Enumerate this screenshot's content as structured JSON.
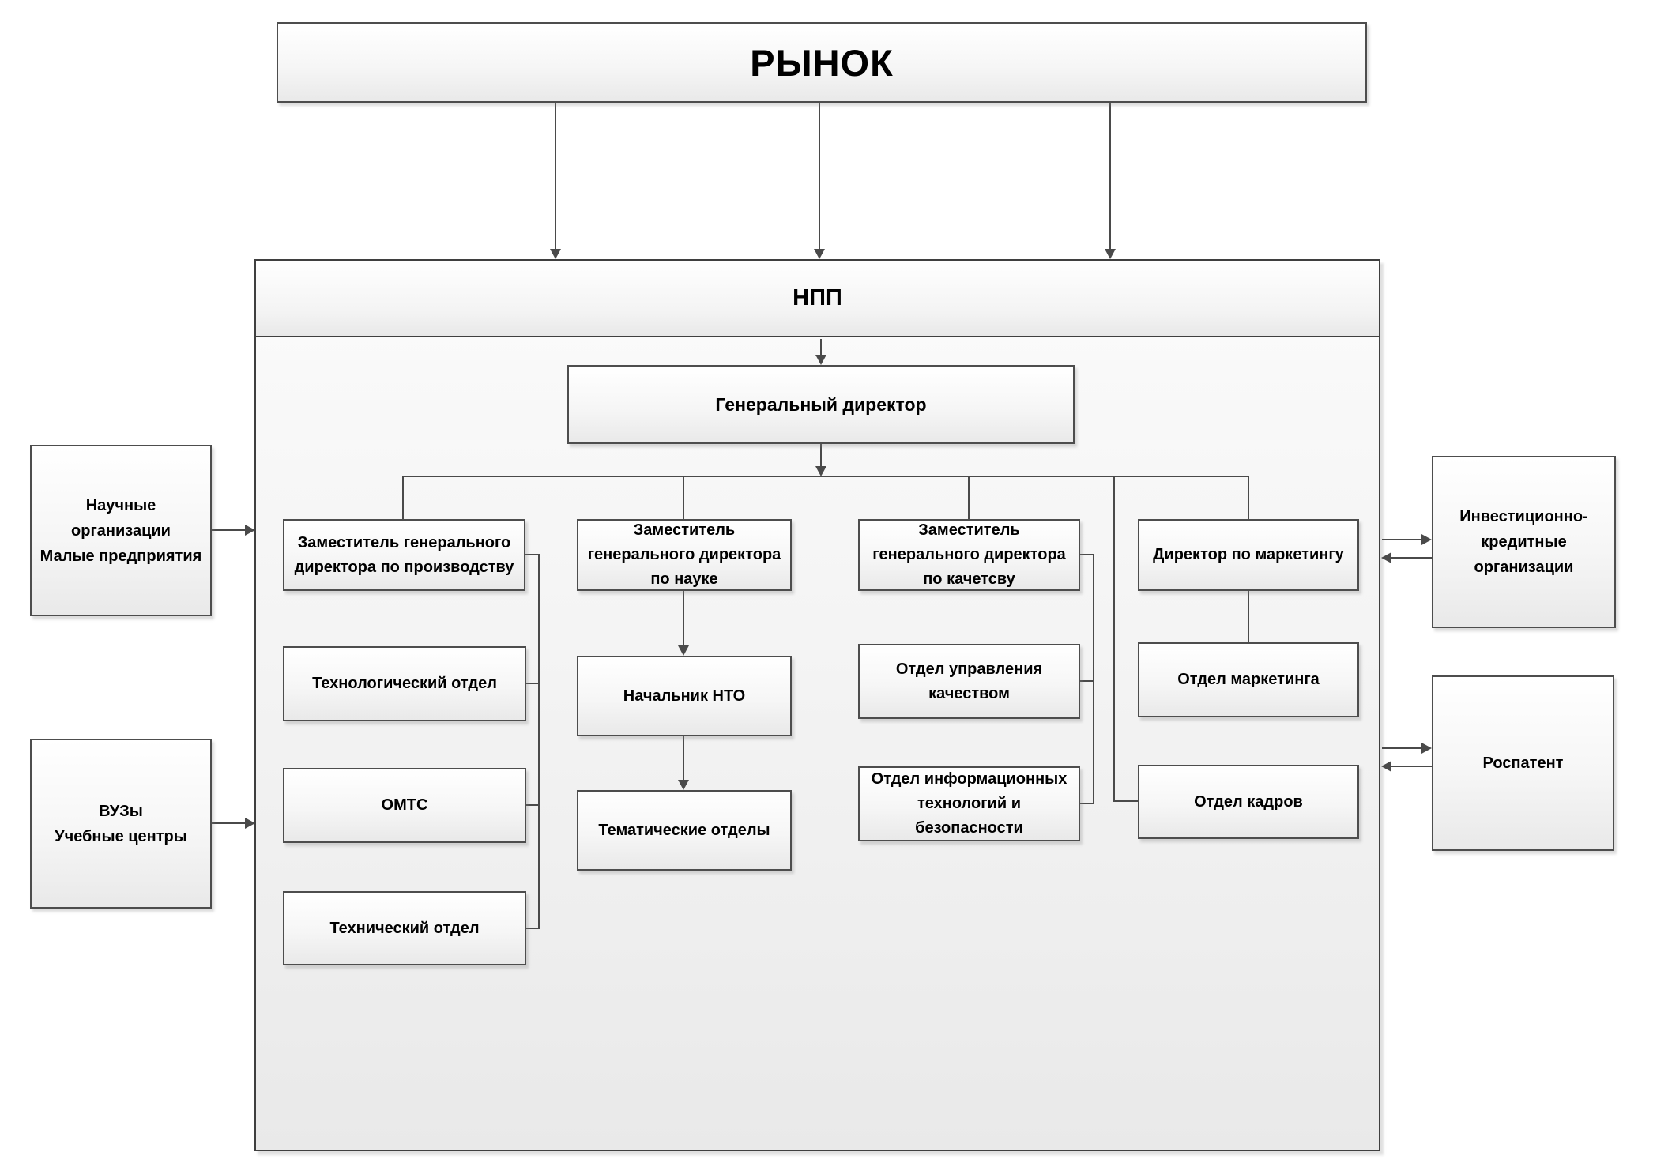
{
  "nodes": {
    "market": "РЫНОК",
    "npp": "НПП",
    "general_director": "Генеральный директор",
    "deputy_production": "Заместитель генерального директора по производству",
    "deputy_science": "Заместитель генерального директора по науке",
    "deputy_quality": "Заместитель генерального директора по качетсву",
    "marketing_director": "Директор по маркетингу",
    "technology_dept": "Технологический отдел",
    "omts": "ОМТС",
    "technical_dept": "Технический отдел",
    "nto_chief": "Начальник НТО",
    "thematic_depts": "Тематические отделы",
    "quality_mgmt_dept": "Отдел управления качеством",
    "it_security_dept": "Отдел информационных технологий и безопасности",
    "marketing_dept": "Отдел маркетинга",
    "hr_dept": "Отдел кадров"
  },
  "external": {
    "science_orgs": {
      "line1": "Научные организации",
      "line2": "Малые предприятия"
    },
    "universities": {
      "line1": "ВУЗы",
      "line2": "Учебные центры"
    },
    "investment": {
      "line1": "Инвестиционно-",
      "line2": "кредитные",
      "line3": "организации"
    },
    "rospatent": "Роспатент"
  },
  "colors": {
    "line": "#4a4a4a",
    "box_border": "#4d4d4d",
    "box_fill_top": "#ffffff",
    "box_fill_bottom": "#e9e9e9",
    "container_fill": "#f1f1f1",
    "text": "#000000"
  }
}
